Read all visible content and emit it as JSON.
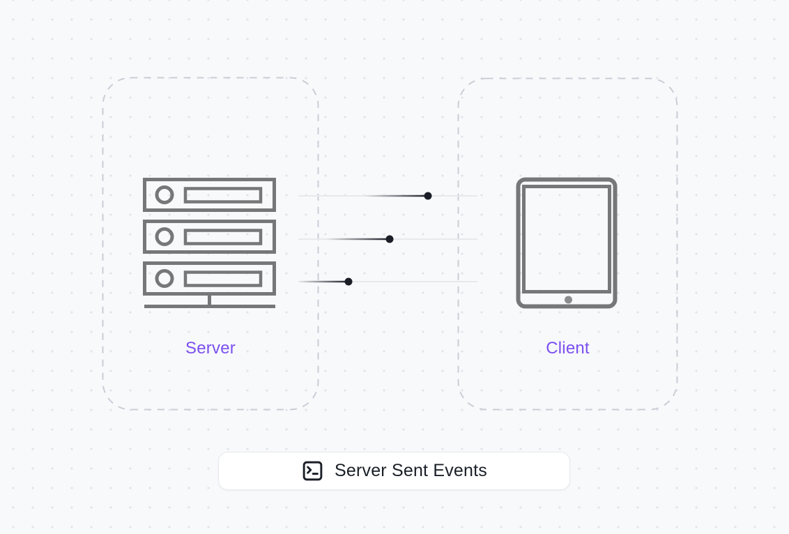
{
  "page": {
    "background_color": "#f8f9fb",
    "dot_grid_color": "#e2e4e9"
  },
  "diagram": {
    "server_box": {
      "label": "Server",
      "icon": "server-rack-icon"
    },
    "client_box": {
      "label": "Client",
      "icon": "tablet-icon"
    },
    "event_streams": {
      "count": 3,
      "direction": "server-to-client",
      "dot_color": "#1b1e26",
      "track_color": "#e8e9ec"
    },
    "legend_button": {
      "label": "Server Sent Events",
      "icon": "terminal-square-icon"
    }
  },
  "colors": {
    "accent_purple": "#7a50f0",
    "icon_gray": "#757779",
    "dashed_border": "#c9cdd6",
    "button_text": "#1a1f27",
    "button_border": "#e7e9ed"
  }
}
